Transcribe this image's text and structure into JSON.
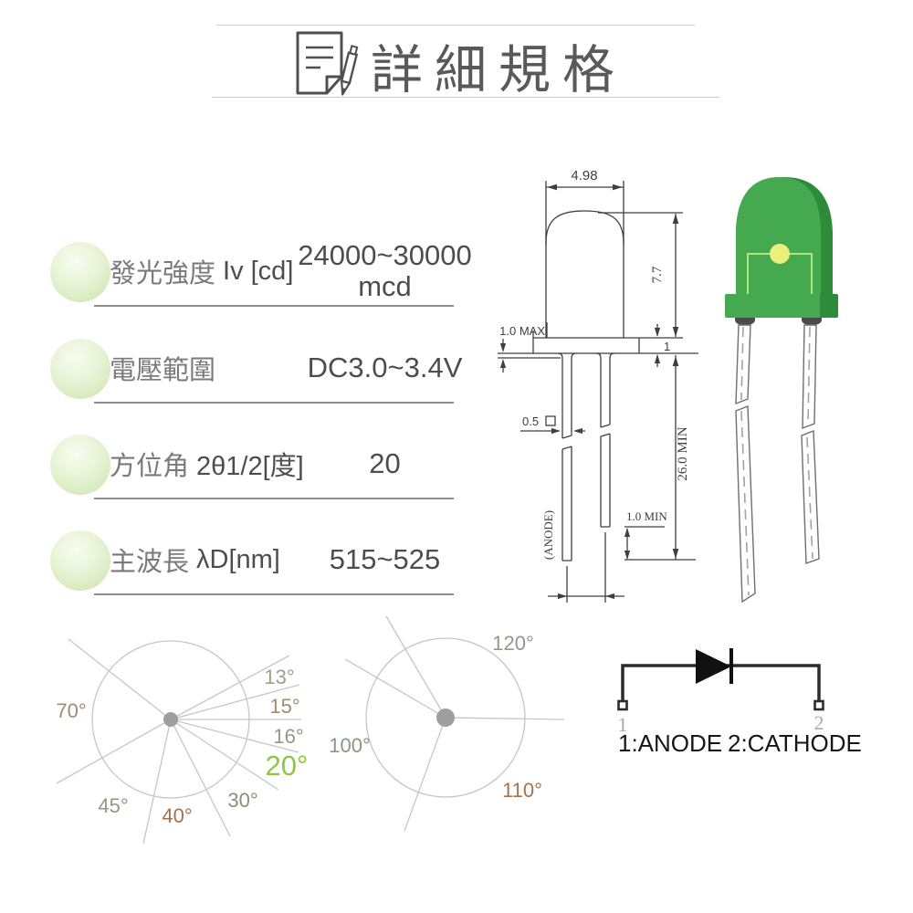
{
  "title": {
    "text": "詳細規格",
    "icon": "document-pen-icon"
  },
  "specs": [
    {
      "label_zh": "發光強度",
      "label_en": "Iv [cd]",
      "value_line1": "24000~30000",
      "value_line2": "mcd"
    },
    {
      "label_zh": "電壓範圍",
      "label_en": "",
      "value_line1": "DC3.0~3.4V",
      "value_line2": ""
    },
    {
      "label_zh": "方位角",
      "label_en": "2θ1/2[度]",
      "value_line1": "20",
      "value_line2": ""
    },
    {
      "label_zh": "主波長",
      "label_en": "λD[nm]",
      "value_line1": "515~525",
      "value_line2": ""
    }
  ],
  "mech_drawing": {
    "epoxy_width": "4.98",
    "body_height": "7.7",
    "flange_lip": "1.0 MAX",
    "flange_thickness": "1",
    "lead_square": "0.5",
    "lead_length_min": "26.0 MIN",
    "cathode_offset_min": "1.0 MIN",
    "anode_text": "(ANODE)"
  },
  "polarity": {
    "pin1": "1",
    "pin2": "2",
    "pin1_desc": "1:ANODE",
    "pin2_desc": "2:CATHODE"
  },
  "angles_left": [
    {
      "text": "13°",
      "color": "#99a18c"
    },
    {
      "text": "15°",
      "color": "#a38a70"
    },
    {
      "text": "16°",
      "color": "#8f9a85"
    },
    {
      "text": "20°",
      "color": "#8dc63f"
    },
    {
      "text": "30°",
      "color": "#85927a"
    },
    {
      "text": "40°",
      "color": "#a3734e"
    },
    {
      "text": "45°",
      "color": "#8c9c80"
    },
    {
      "text": "70°",
      "color": "#a38a70"
    }
  ],
  "angles_right": [
    {
      "text": "120°",
      "color": "#8f9a85"
    },
    {
      "text": "100°",
      "color": "#87997b"
    },
    {
      "text": "110°",
      "color": "#a3734e"
    }
  ],
  "colors": {
    "led_body_green": "#45aa4f",
    "led_shadow_green": "#2e8b3a",
    "inner_frame_green": "#ace97c",
    "die_yellow": "#e9f07b",
    "highlight_green": "#8dc63f",
    "drawing_line": "#3f3f3f",
    "diagram_line": "#c6c6c6"
  }
}
